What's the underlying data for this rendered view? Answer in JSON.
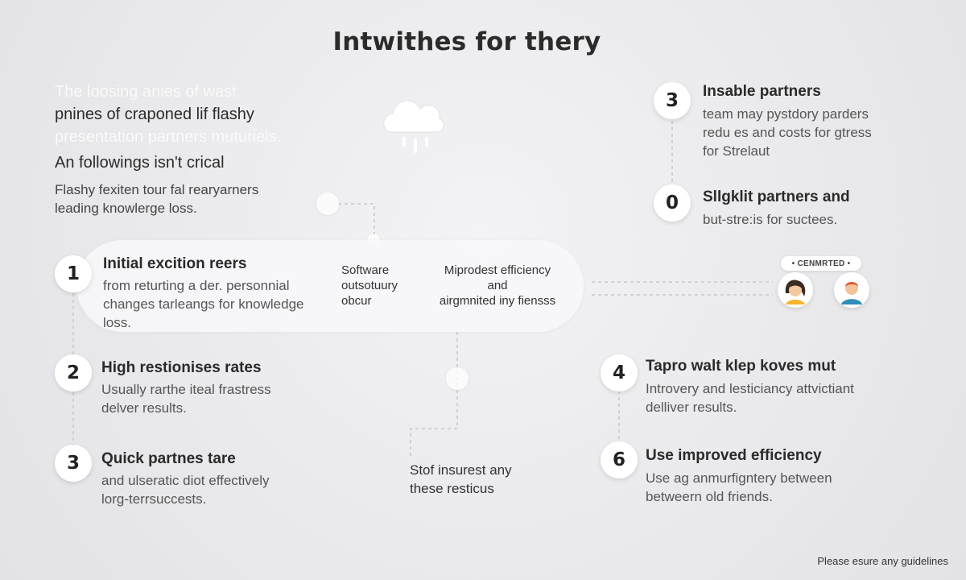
{
  "title": "Intwithes for thery",
  "intro": {
    "lines": [
      "The loosing anies of wast",
      "pnines of craponed lif flashy",
      "presentation partners muturiels.",
      "An followings isn't crical"
    ],
    "sub_lines": [
      "Flashy fexiten tour fal rearyarners",
      "leading knowlerge loss."
    ]
  },
  "left_steps": [
    {
      "num": "1",
      "title": "Initial excition reers",
      "lines": [
        "from returting a der. personnial",
        "changes tarleangs for knowledge",
        "loss."
      ]
    },
    {
      "num": "2",
      "title": "High restionises rates",
      "lines": [
        "Usually rarthe iteal frastress",
        "delver results."
      ]
    },
    {
      "num": "3",
      "title": "Quick partnes tare",
      "lines": [
        "and ulseratic diot effectively",
        "lorg-terrsuccests."
      ]
    }
  ],
  "right_steps": [
    {
      "num": "3",
      "title": "Insable partners",
      "lines": [
        "team may pystdory parders",
        "redu es and costs for gtress",
        "for Strelaut"
      ]
    },
    {
      "num": "0",
      "title": "Sllgklit partners and",
      "lines": [
        "but-stre:is for suctees."
      ]
    },
    {
      "num": "4",
      "title": "Tapro walt klep koves mut",
      "lines": [
        "Introvery and lesticiancy attvictiant",
        "delliver results."
      ]
    },
    {
      "num": "6",
      "title": "Use improved efficiency",
      "lines": [
        "Use ag anmurfigntery between",
        "betweern old friends."
      ]
    }
  ],
  "band": {
    "software_lines": [
      "Software",
      "outsotuury",
      "obcur"
    ],
    "efficiency_lines": [
      "Miprodest efficiency",
      "and",
      "airgmnited iny fiensss"
    ]
  },
  "lower_note": [
    "Stof insurest any",
    "these resticus"
  ],
  "badge": "• CENMRTED •",
  "footer": "Please esure any guidelines",
  "icons": [
    "cloud-rain-icon",
    "woman-avatar-icon",
    "man-avatar-icon"
  ]
}
